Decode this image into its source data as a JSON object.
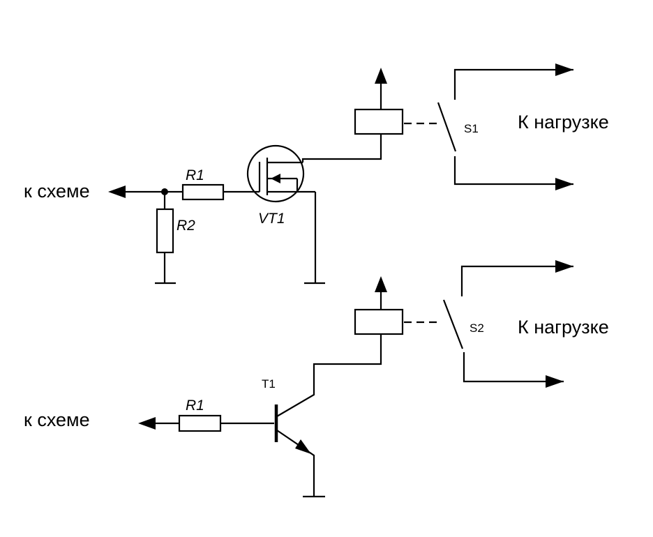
{
  "circuit_top": {
    "input_label": "к схеме",
    "r1_label": "R1",
    "r2_label": "R2",
    "transistor_label": "VT1",
    "switch_label": "S1",
    "load_label": "К нагрузке"
  },
  "circuit_bottom": {
    "input_label": "к схеме",
    "r1_label": "R1",
    "transistor_label": "T1",
    "switch_label": "S2",
    "load_label": "К нагрузке"
  },
  "colors": {
    "line": "#000000",
    "background": "#ffffff"
  }
}
